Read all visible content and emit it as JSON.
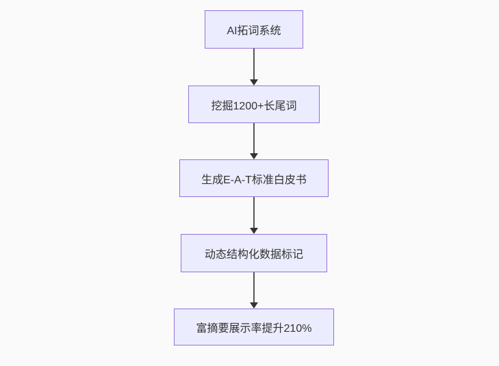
{
  "diagram": {
    "type": "flowchart",
    "direction": "top-down",
    "nodes": [
      {
        "label": "AI拓词系统"
      },
      {
        "label": "挖掘1200+长尾词"
      },
      {
        "label": "生成E-A-T标准白皮书"
      },
      {
        "label": "动态结构化数据标记"
      },
      {
        "label": "富摘要展示率提升210%"
      }
    ],
    "colors": {
      "node_fill": "#ECECFF",
      "node_border": "#9370DB",
      "node_text": "#333333",
      "arrow_line": "#555555",
      "arrow_head": "#333333",
      "background": "#FAFAFA"
    }
  }
}
